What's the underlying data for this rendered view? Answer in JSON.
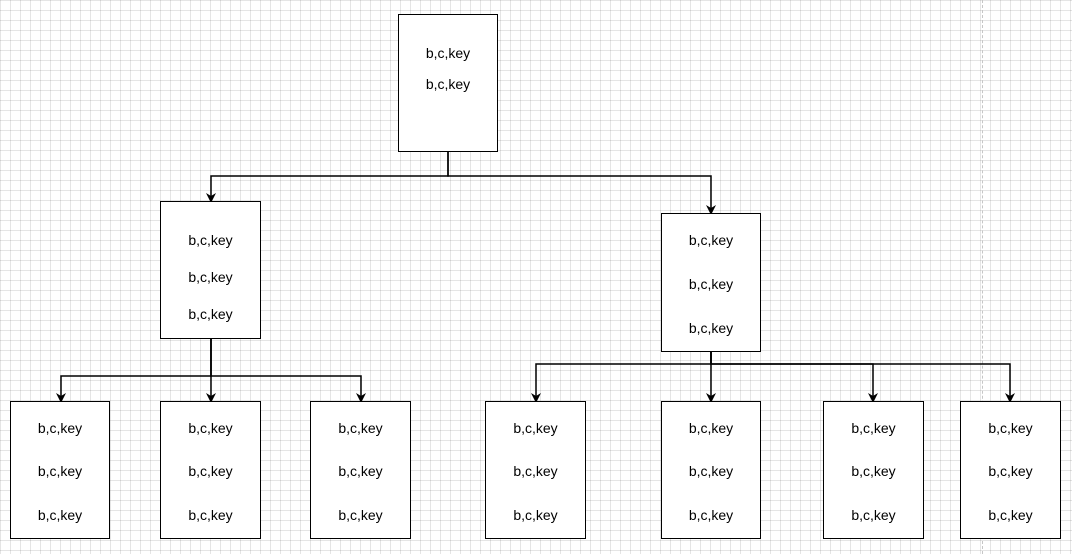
{
  "diagram": {
    "nodes": [
      {
        "id": "root",
        "keys": [
          "b,c,key",
          "b,c,key"
        ]
      },
      {
        "id": "mid-left",
        "keys": [
          "b,c,key",
          "b,c,key",
          "b,c,key"
        ]
      },
      {
        "id": "mid-right",
        "keys": [
          "b,c,key",
          "b,c,key",
          "b,c,key"
        ]
      },
      {
        "id": "leaf-1",
        "keys": [
          "b,c,key",
          "b,c,key",
          "b,c,key"
        ]
      },
      {
        "id": "leaf-2",
        "keys": [
          "b,c,key",
          "b,c,key",
          "b,c,key"
        ]
      },
      {
        "id": "leaf-3",
        "keys": [
          "b,c,key",
          "b,c,key",
          "b,c,key"
        ]
      },
      {
        "id": "leaf-4",
        "keys": [
          "b,c,key",
          "b,c,key",
          "b,c,key"
        ]
      },
      {
        "id": "leaf-5",
        "keys": [
          "b,c,key",
          "b,c,key",
          "b,c,key"
        ]
      },
      {
        "id": "leaf-6",
        "keys": [
          "b,c,key",
          "b,c,key",
          "b,c,key"
        ]
      },
      {
        "id": "leaf-7",
        "keys": [
          "b,c,key",
          "b,c,key",
          "b,c,key"
        ]
      }
    ],
    "edges": [
      {
        "from": "root",
        "to": "mid-left"
      },
      {
        "from": "root",
        "to": "mid-right"
      },
      {
        "from": "mid-left",
        "to": "leaf-1"
      },
      {
        "from": "mid-left",
        "to": "leaf-2"
      },
      {
        "from": "mid-left",
        "to": "leaf-3"
      },
      {
        "from": "mid-right",
        "to": "leaf-4"
      },
      {
        "from": "mid-right",
        "to": "leaf-5"
      },
      {
        "from": "mid-right",
        "to": "leaf-6"
      },
      {
        "from": "mid-right",
        "to": "leaf-7"
      }
    ]
  },
  "colors": {
    "stroke": "#000000",
    "fill": "#ffffff",
    "grid": "#e6e6e6"
  }
}
